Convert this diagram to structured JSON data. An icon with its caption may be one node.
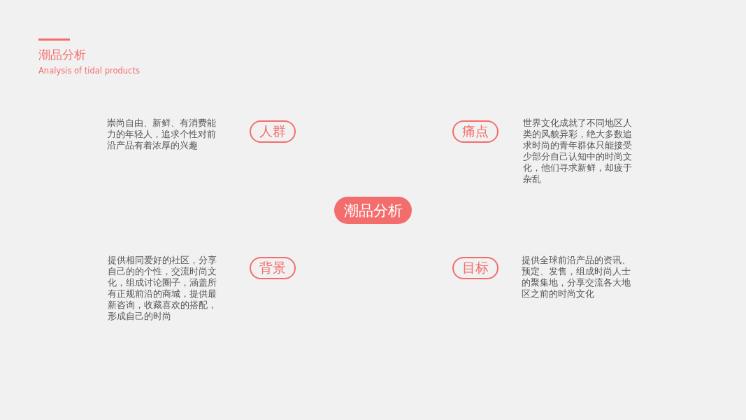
{
  "diagram": {
    "title": "潮品分析",
    "nodes": [
      {
        "text": [
          "潮品分析"
        ]
      },
      {
        "text": [
          "人群"
        ],
        "beside": [
          "崇尚自由、新鲜、有消费能力的年轻人，追求个性对前沿产品有着浓厚的兴趣"
        ]
      },
      {
        "text": [
          "痛点"
        ],
        "beside": [
          "世界文化成就了不同地区人类的风貌异彩，绝大多数追求时尚的青年群体只能接受少部分自己认知中的时尚文化，他们寻求新鲜，却疲于杂乱"
        ]
      },
      {
        "text": [
          "背景"
        ],
        "beside": [
          "提供相同爱好的社区，分享自己的的个性，交流时尚文化，组成讨论圈子，涵盖所有正规前沿的商城，提供最新咨询，收藏喜欢的搭配，形成自己的时尚"
        ]
      },
      {
        "text": [
          "目标"
        ],
        "beside": [
          "提供全球前沿产品的资讯、预定、发售，组成时尚人士的聚集地，分享交流各大地区之前的时尚文化"
        ]
      }
    ],
    "labels": [
      "Analysis of tidal products"
    ]
  }
}
